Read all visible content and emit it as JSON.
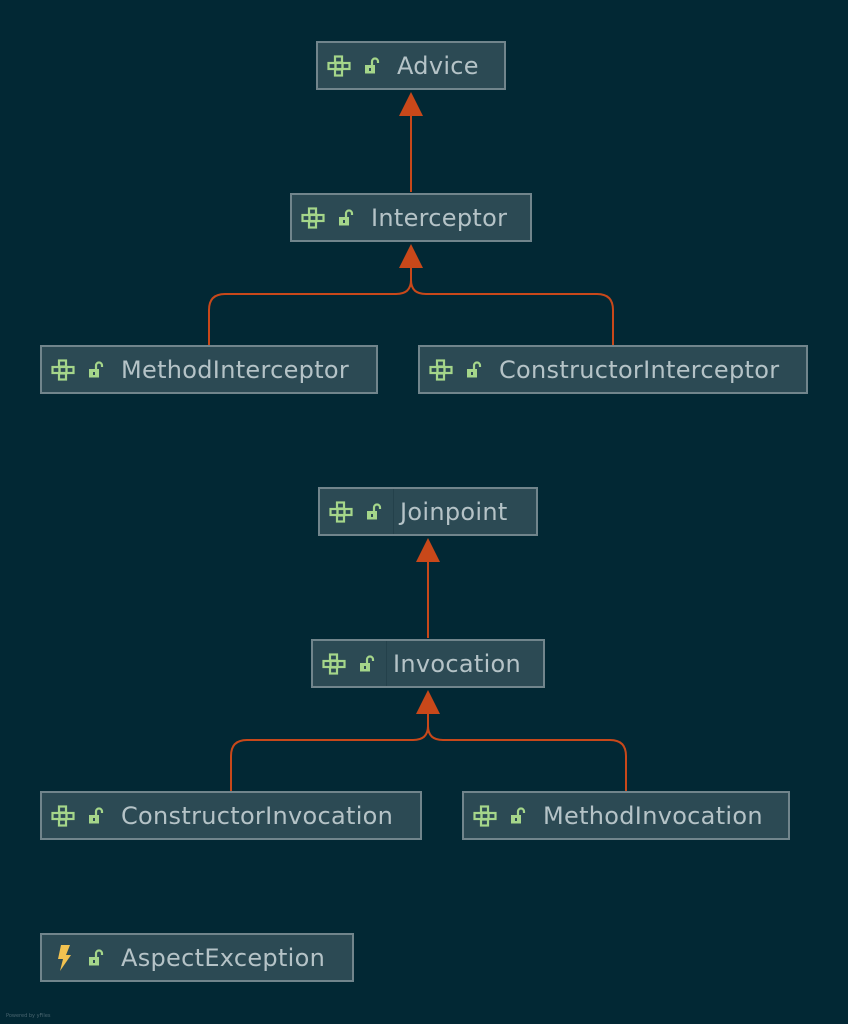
{
  "diagram": {
    "nodes": [
      {
        "id": "advice",
        "label": "Advice",
        "kind": "interface"
      },
      {
        "id": "interceptor",
        "label": "Interceptor",
        "kind": "interface"
      },
      {
        "id": "method_interceptor",
        "label": "MethodInterceptor",
        "kind": "interface"
      },
      {
        "id": "constructor_interceptor",
        "label": "ConstructorInterceptor",
        "kind": "interface"
      },
      {
        "id": "joinpoint",
        "label": "Joinpoint",
        "kind": "interface"
      },
      {
        "id": "invocation",
        "label": "Invocation",
        "kind": "interface"
      },
      {
        "id": "constructor_invocation",
        "label": "ConstructorInvocation",
        "kind": "interface"
      },
      {
        "id": "method_invocation",
        "label": "MethodInvocation",
        "kind": "interface"
      },
      {
        "id": "aspect_exception",
        "label": "AspectException",
        "kind": "exception"
      }
    ],
    "edges": [
      {
        "from": "interceptor",
        "to": "advice",
        "type": "extends"
      },
      {
        "from": "method_interceptor",
        "to": "interceptor",
        "type": "extends"
      },
      {
        "from": "constructor_interceptor",
        "to": "interceptor",
        "type": "extends"
      },
      {
        "from": "invocation",
        "to": "joinpoint",
        "type": "extends"
      },
      {
        "from": "constructor_invocation",
        "to": "invocation",
        "type": "extends"
      },
      {
        "from": "method_invocation",
        "to": "invocation",
        "type": "extends"
      }
    ],
    "icons": {
      "interface": "interface-icon",
      "visibility": "public-lock-icon",
      "exception": "lightning-icon"
    },
    "colors": {
      "background": "#022834",
      "node_fill": "#2c4a54",
      "node_border": "#71858c",
      "edge": "#c8481a",
      "icon_green": "#a5d68a",
      "bolt": "#f2c250",
      "label": "#b5c3c7"
    }
  },
  "footer": {
    "text": "Powered by yFiles"
  }
}
